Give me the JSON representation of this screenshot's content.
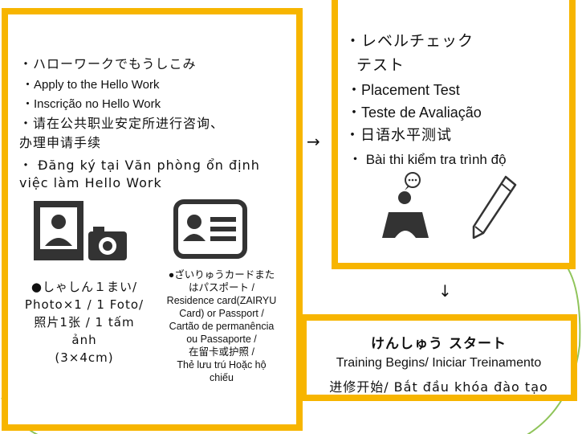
{
  "colors": {
    "border": "#f7b500",
    "curve": "#8fc45a",
    "icon": "#333333"
  },
  "step1": {
    "lines": [
      "・ハローワークでもうしこみ",
      "・Apply to the Hello Work",
      "・Inscrição no Hello Work",
      "・请在公共职业安定所进行咨询、",
      "办理申请手续",
      "・ Đăng ký tại Văn phòng ổn định",
      "việc làm Hello Work"
    ],
    "photo_caption": [
      "●しゃしん１まい/",
      "Photo×1 / 1 Foto/",
      "照片1张 / 1 tấm",
      "ảnh",
      "(3×4cm)"
    ],
    "card_caption": [
      "●ざいりゅうカードまた",
      "はパスポート /",
      "Residence card(ZAIRYU",
      "Card) or Passport /",
      "Cartão de permanência",
      "ou Passaporte /",
      "在留卡或护照 /",
      "Thẻ lưu trú Hoặc hộ",
      "chiếu"
    ],
    "icons": [
      "photo-portrait-icon",
      "camera-icon",
      "id-card-icon"
    ]
  },
  "arrows": {
    "right": "→",
    "down": "↓"
  },
  "step2": {
    "lines": [
      "・レベルチェック",
      "テスト",
      "・Placement Test",
      "・Teste de Avaliação",
      "・日语水平测试",
      "・ Bài thi kiểm tra trình độ"
    ],
    "icons": [
      "test-taker-icon",
      "pencil-icon"
    ]
  },
  "step3": {
    "title": "けんしゅう スタート",
    "line2": "Training Begins/ Iniciar Treinamento",
    "line3": "进修开始/ Bắt đầu khóa đào tạo"
  }
}
